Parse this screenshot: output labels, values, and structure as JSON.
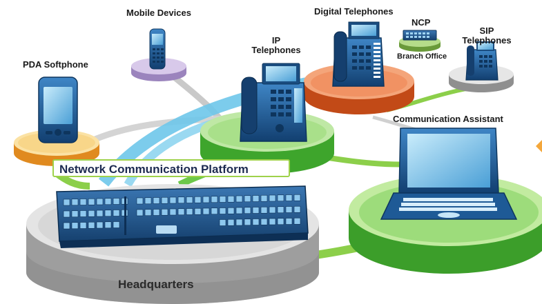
{
  "labels": {
    "pda_softphone": "PDA Softphone",
    "mobile_devices": "Mobile Devices",
    "ip_telephones_line1": "IP",
    "ip_telephones_line2": "Telephones",
    "digital_telephones": "Digital Telephones",
    "ncp": "NCP",
    "branch_office": "Branch Office",
    "sip_telephones_line1": "SIP",
    "sip_telephones_line2": "Telephones",
    "communication_assistant": "Communication Assistant",
    "network_communication_platform": "Network Communication Platform",
    "headquarters": "Headquarters"
  },
  "colors": {
    "headquarters_platform": "#b5b5b5",
    "pda_platform": "#f4a73b",
    "mobile_platform": "#b8a4cf",
    "ip_platform": "#6cc84a",
    "digital_platform": "#e0622a",
    "sip_platform": "#bdbdbd",
    "assistant_platform": "#5bbf45",
    "link_green": "#8ccf4a",
    "link_blue": "#6ec6ea",
    "link_gray": "#c9c9c9",
    "device_blue": "#1e5a96",
    "banner_border": "#9fd24a",
    "banner_text": "#1d2a50"
  },
  "icons": [
    "pda-icon",
    "mobile-phone-icon",
    "ip-telephone-icon",
    "digital-telephone-icon",
    "branch-office-unit-icon",
    "sip-telephone-icon",
    "laptop-icon",
    "communication-platform-rack-icon",
    "arrow-right-icon"
  ]
}
